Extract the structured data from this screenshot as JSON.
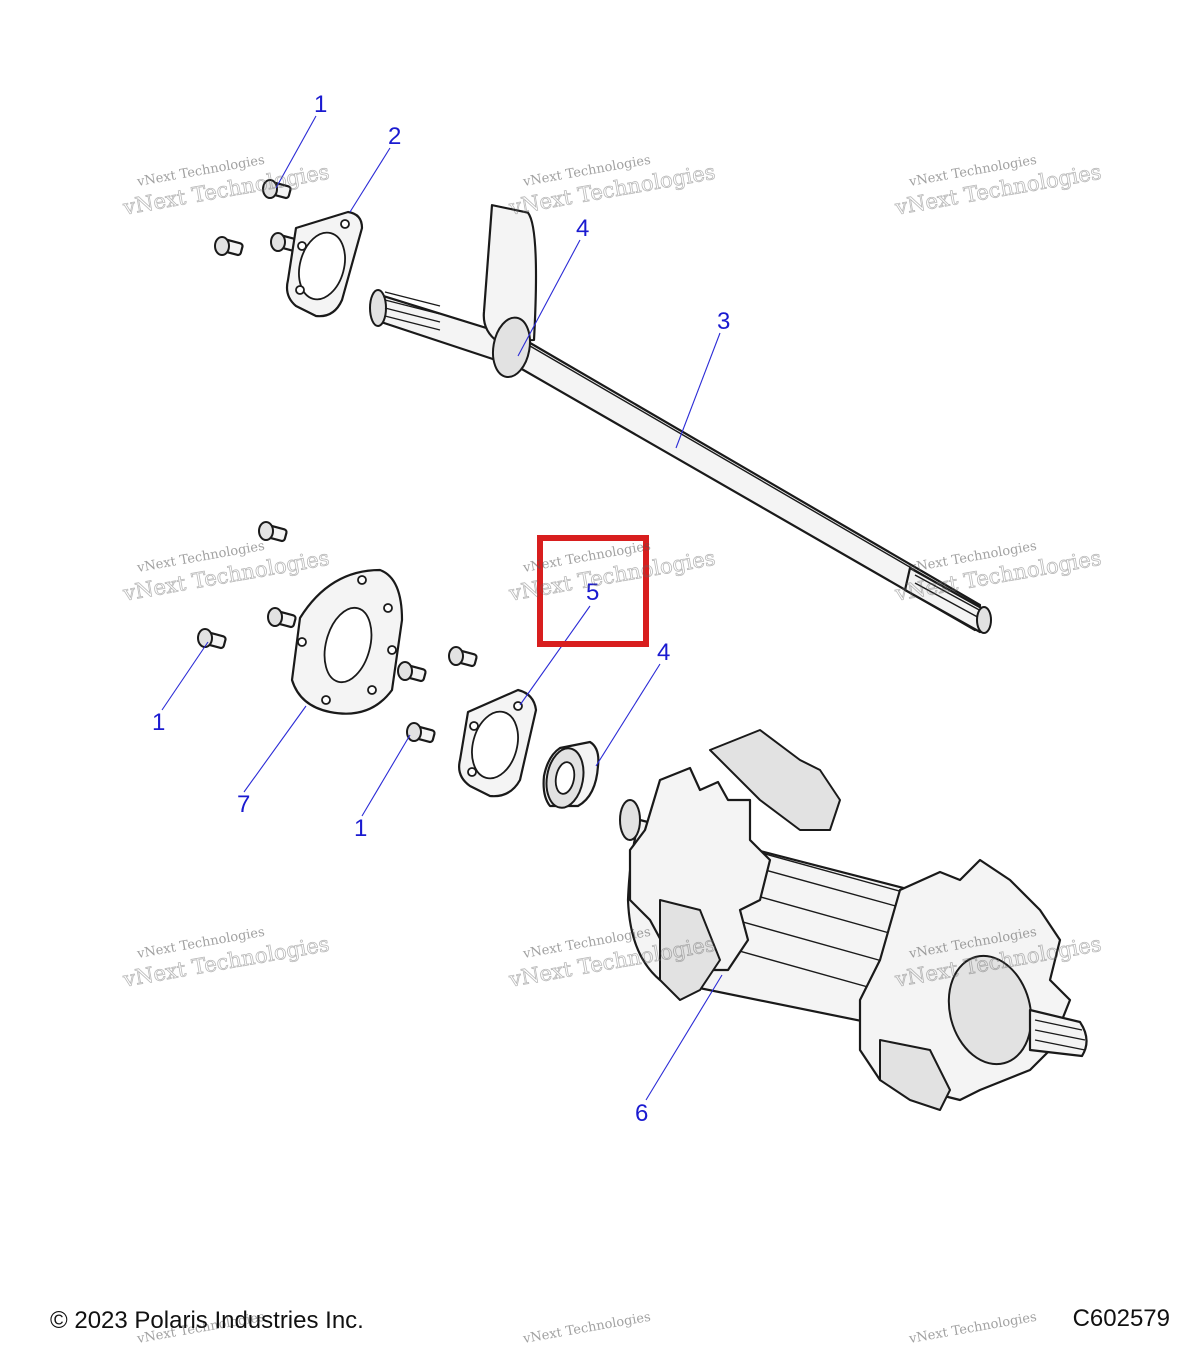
{
  "callouts": [
    {
      "id": "c1a",
      "label": "1"
    },
    {
      "id": "c2",
      "label": "2"
    },
    {
      "id": "c4a",
      "label": "4"
    },
    {
      "id": "c3",
      "label": "3"
    },
    {
      "id": "c5",
      "label": "5"
    },
    {
      "id": "c4b",
      "label": "4"
    },
    {
      "id": "c1b",
      "label": "1"
    },
    {
      "id": "c7",
      "label": "7"
    },
    {
      "id": "c1c",
      "label": "1"
    },
    {
      "id": "c6",
      "label": "6"
    }
  ],
  "watermark": {
    "line1": "vNext Technologies",
    "line2": "vNext Technologies"
  },
  "footer": {
    "copyright": "© 2023 Polaris Industries Inc.",
    "figure_code": "C602579"
  },
  "highlight": {
    "color": "#d81e1e"
  },
  "colors": {
    "callout": "#1a1ad0",
    "line": "#1a1a1a"
  }
}
